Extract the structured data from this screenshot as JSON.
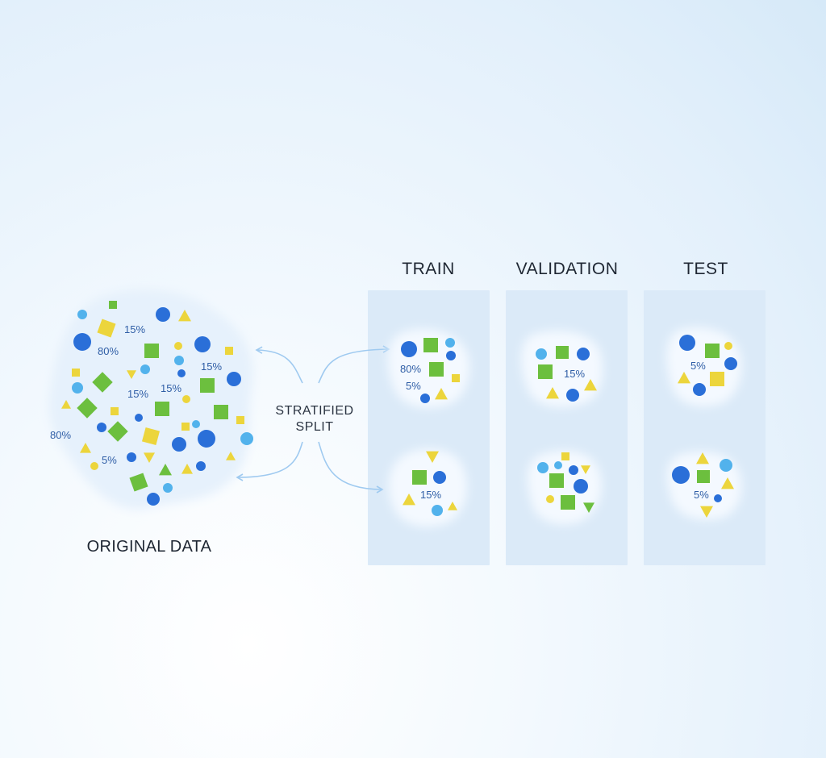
{
  "original": {
    "caption": "ORIGINAL DATA",
    "labels": [
      "15%",
      "80%",
      "15%",
      "15%",
      "15%",
      "80%",
      "5%"
    ]
  },
  "split": {
    "line1": "STRATIFIED",
    "line2": "SPLIT"
  },
  "columns": [
    {
      "title": "TRAIN",
      "labels": [
        "80%",
        "5%",
        "15%"
      ]
    },
    {
      "title": "VALIDATION",
      "labels": [
        "15%"
      ]
    },
    {
      "title": "TEST",
      "labels": [
        "5%",
        "5%"
      ]
    }
  ],
  "colors": {
    "dark_blue": "#2a6fd8",
    "light_blue": "#52b2ec",
    "green": "#6cbf3e",
    "yellow": "#ecd53c",
    "panel": "#dbeaf8",
    "arrow": "#9fcaf0"
  },
  "icons": [
    "circle",
    "square",
    "triangle",
    "inverted-triangle",
    "diamond"
  ]
}
